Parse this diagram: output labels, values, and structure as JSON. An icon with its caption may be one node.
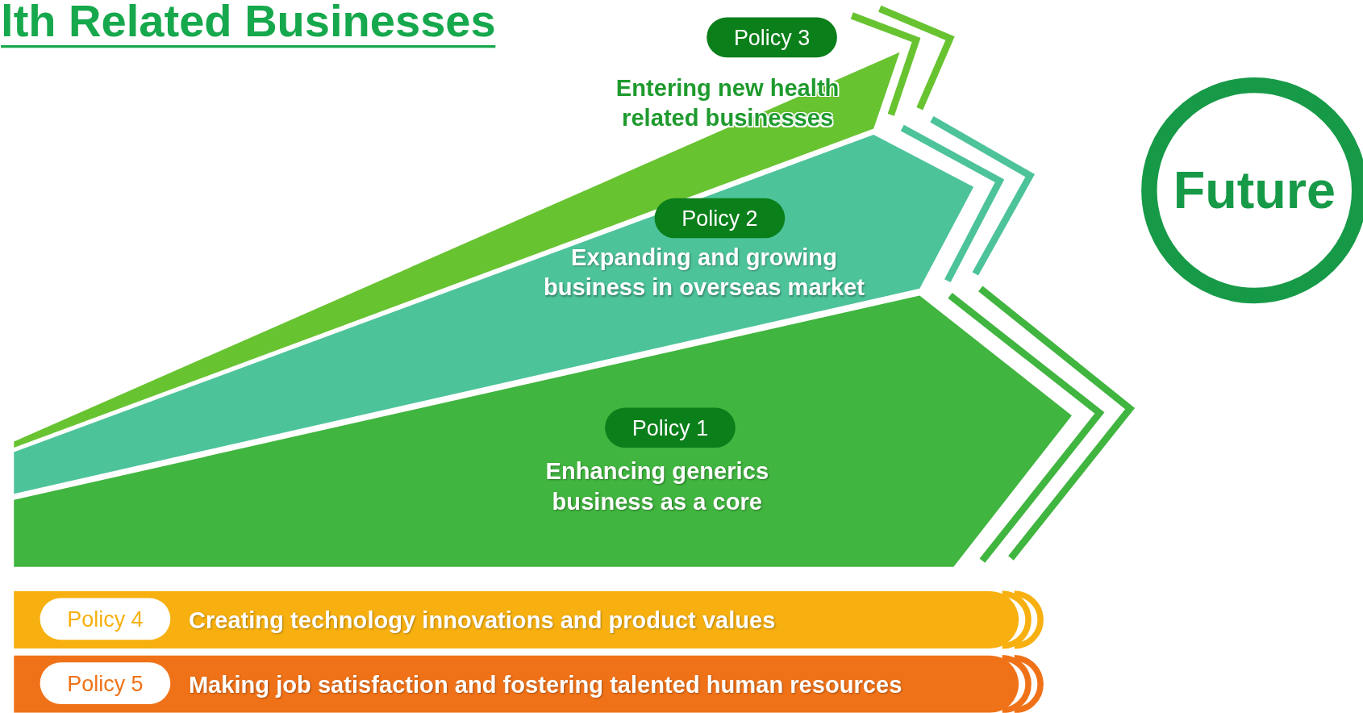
{
  "diagram": {
    "title": "lth Related Businesses",
    "nodes": [
      {
        "text": [
          "Entering new health related businesses"
        ]
      },
      {
        "text": [
          "Policy 3"
        ]
      },
      {
        "text": [
          "Expanding and growing business in overseas market"
        ]
      },
      {
        "text": [
          "Policy 2"
        ],
        "in": 2
      },
      {
        "text": [
          "Enhancing generics business as a core"
        ]
      },
      {
        "text": [
          "Policy 1"
        ],
        "in": 4
      },
      {
        "text": [
          "Creating technology innovations and product values"
        ]
      },
      {
        "text": [
          "Policy 4"
        ],
        "in": 6
      },
      {
        "text": [
          "Making job satisfaction and fostering talented human resources"
        ]
      },
      {
        "text": [
          "Policy 5"
        ],
        "in": 8
      },
      {
        "text": [
          "Future"
        ]
      }
    ]
  }
}
